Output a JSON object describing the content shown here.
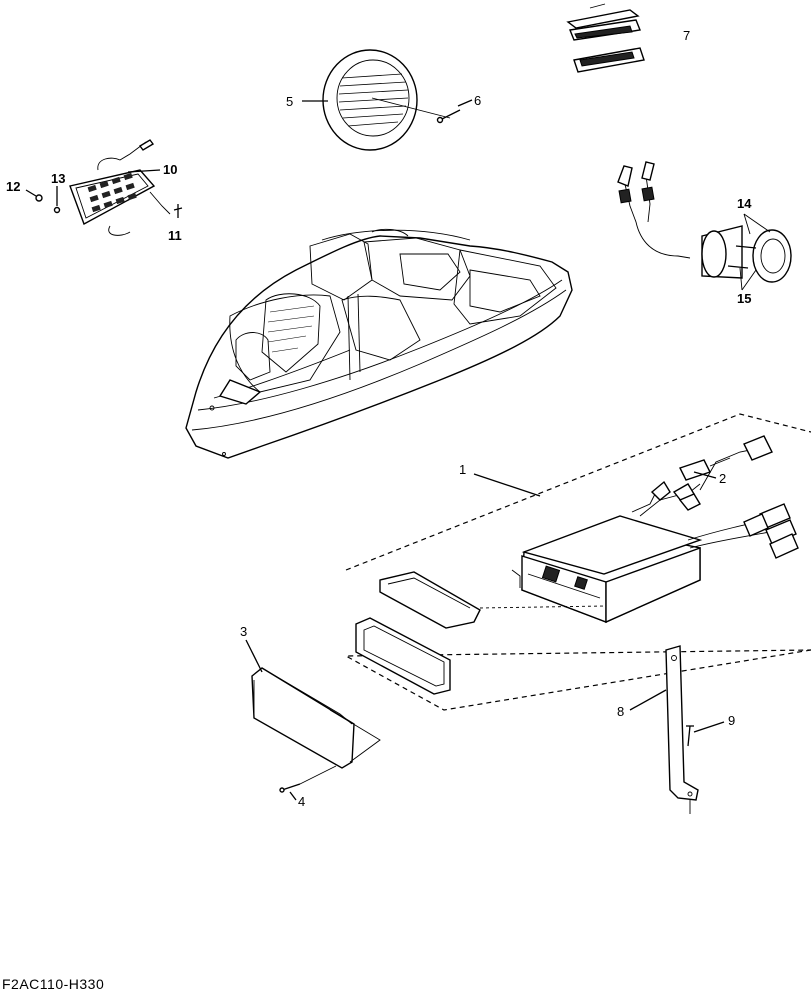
{
  "callouts": {
    "c1": "1",
    "c2": "2",
    "c3": "3",
    "c4": "4",
    "c5": "5",
    "c6": "6",
    "c7": "7",
    "c8": "8",
    "c9": "9",
    "c10": "10",
    "c11": "11",
    "c12": "12",
    "c13": "13",
    "c14": "14",
    "c15": "15"
  },
  "reference_code": "F2AC110-H330"
}
